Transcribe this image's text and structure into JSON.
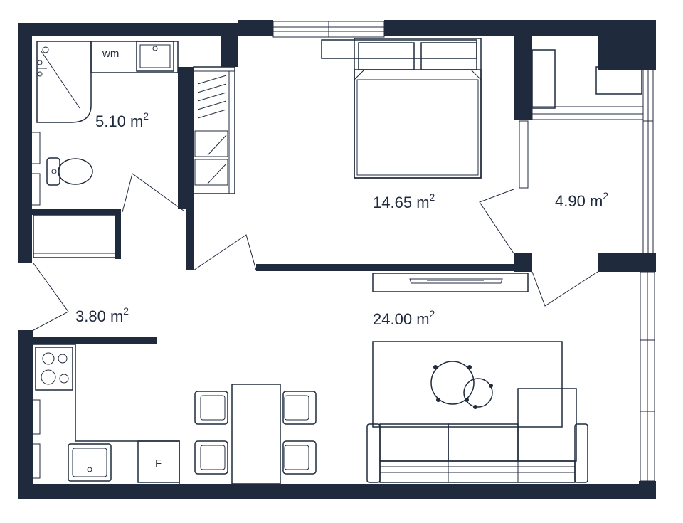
{
  "floor_plan": {
    "rooms": [
      {
        "id": "bathroom",
        "value": "5.10",
        "unit": "m",
        "exp": "2"
      },
      {
        "id": "bedroom",
        "value": "14.65",
        "unit": "m",
        "exp": "2"
      },
      {
        "id": "small-room",
        "value": "4.90",
        "unit": "m",
        "exp": "2"
      },
      {
        "id": "hallway",
        "value": "3.80",
        "unit": "m",
        "exp": "2"
      },
      {
        "id": "living",
        "value": "24.00",
        "unit": "m",
        "exp": "2"
      }
    ],
    "fixture_labels": {
      "washing_machine": "wm",
      "fridge": "F"
    },
    "colors": {
      "wall": "#1f2a3c",
      "background": "#ffffff"
    }
  }
}
